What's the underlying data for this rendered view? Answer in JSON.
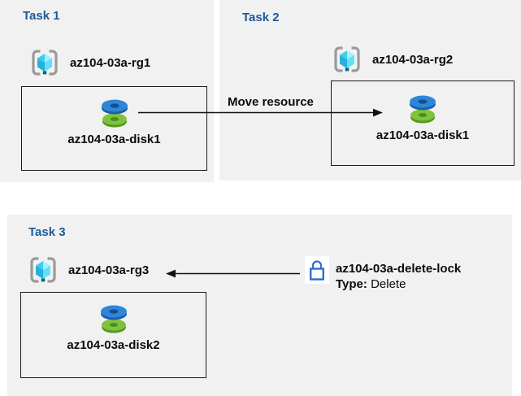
{
  "colors": {
    "panel_bg": "#f1f1f1",
    "task_title": "#1b5a9b",
    "text": "#0b0b0b",
    "lock_blue": "#2e6dd2",
    "disk_blue": "#2f86d9",
    "disk_green": "#7fc23c",
    "cube_cyan": "#4fd3f2",
    "bracket_gray": "#9a9a9a"
  },
  "tasks": {
    "task1": {
      "title": "Task 1",
      "resource_group": "az104-03a-rg1",
      "resource": "az104-03a-disk1",
      "icons": [
        "resource-group-icon",
        "disk-icon"
      ]
    },
    "task2": {
      "title": "Task 2",
      "resource_group": "az104-03a-rg2",
      "resource": "az104-03a-disk1",
      "icons": [
        "resource-group-icon",
        "disk-icon"
      ]
    },
    "task3": {
      "title": "Task 3",
      "resource_group": "az104-03a-rg3",
      "resource": "az104-03a-disk2",
      "icons": [
        "resource-group-icon",
        "disk-icon"
      ]
    }
  },
  "annotations": {
    "move_label": "Move resource",
    "lock_icon": "lock-icon",
    "lock_name": "az104-03a-delete-lock",
    "lock_type_label": "Type:",
    "lock_type_value": " Delete"
  }
}
